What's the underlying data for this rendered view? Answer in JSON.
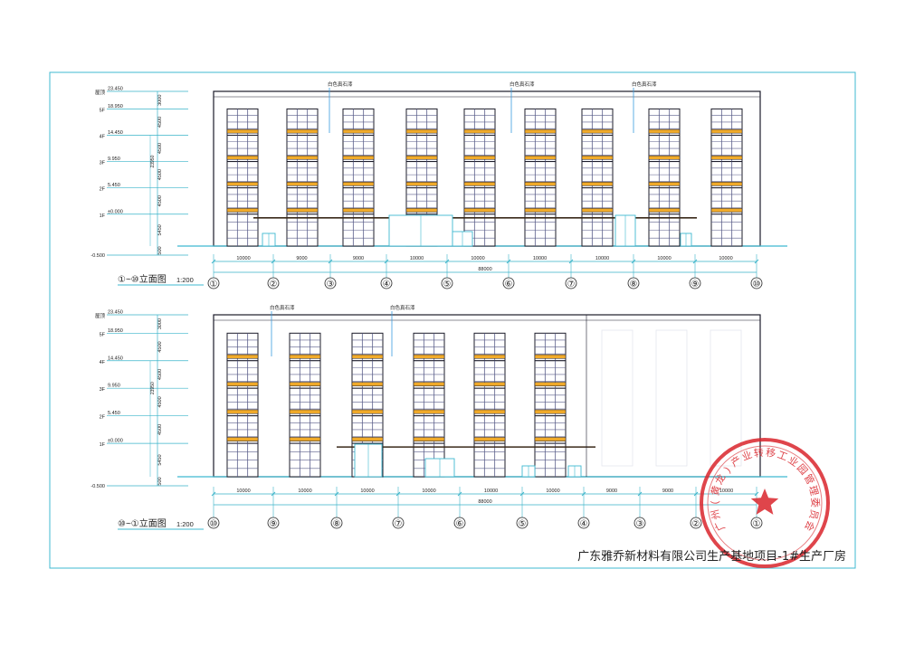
{
  "drawing": {
    "footer_title": "广东雅乔新材料有限公司生产基地项目-1#生产厂房",
    "stamp_glyphs": [
      "广",
      "州",
      "(",
      "黄",
      "龙",
      ")",
      "产",
      "业",
      "转",
      "移",
      "工",
      "业",
      "园",
      "管",
      "理",
      "委",
      "员",
      "会"
    ]
  },
  "colors": {
    "frame": "#3fb9d0",
    "dim": "#39b3c9",
    "building": "#1c1c2a",
    "window": "#5a5e8a",
    "band": "#f0aa2a",
    "stamp": "#d9242b",
    "leader": "#3a9be0"
  },
  "elevation_top": {
    "title": "①~⑩立面图",
    "scale": "1:200",
    "levels": [
      {
        "name": "屋顶",
        "elev": "23.450",
        "dim": "3000"
      },
      {
        "name": "5F",
        "elev": "18.950",
        "dim": "4500"
      },
      {
        "name": "4F",
        "elev": "14.450",
        "dim": "4500"
      },
      {
        "name": "3F",
        "elev": "9.950",
        "dim": "4500"
      },
      {
        "name": "2F",
        "elev": "5.450",
        "dim": "4500"
      },
      {
        "name": "1F",
        "elev": "±0.000",
        "dim": "5450"
      }
    ],
    "ground": {
      "elev": "-0.500",
      "dim": "500"
    },
    "extra_dim": "23950",
    "notes": [
      "白色真石漆",
      "白色真石漆",
      "白色真石漆"
    ],
    "spans": [
      "10000",
      "9000",
      "9000",
      "10000",
      "10000",
      "10000",
      "10000",
      "10000",
      "10000"
    ],
    "total": "88000",
    "axes": [
      "①",
      "②",
      "③",
      "④",
      "⑤",
      "⑥",
      "⑦",
      "⑧",
      "⑨",
      "⑩"
    ]
  },
  "elevation_bottom": {
    "title": "⑩~①立面图",
    "scale": "1:200",
    "levels": [
      {
        "name": "屋顶",
        "elev": "23.450",
        "dim": "3000"
      },
      {
        "name": "5F",
        "elev": "18.950",
        "dim": "4500"
      },
      {
        "name": "4F",
        "elev": "14.450",
        "dim": "4500"
      },
      {
        "name": "3F",
        "elev": "9.950",
        "dim": "4500"
      },
      {
        "name": "2F",
        "elev": "5.450",
        "dim": "4500"
      },
      {
        "name": "1F",
        "elev": "±0.000",
        "dim": "5450"
      }
    ],
    "ground": {
      "elev": "-0.500",
      "dim": "500"
    },
    "extra_dim": "23950",
    "notes": [
      "白色真石漆",
      "白色真石漆"
    ],
    "spans": [
      "10000",
      "10000",
      "10000",
      "10000",
      "10000",
      "10000",
      "9000",
      "9000",
      "10000"
    ],
    "total": "88000",
    "axes": [
      "⑩",
      "⑨",
      "⑧",
      "⑦",
      "⑥",
      "⑤",
      "④",
      "③",
      "②",
      "①"
    ]
  }
}
